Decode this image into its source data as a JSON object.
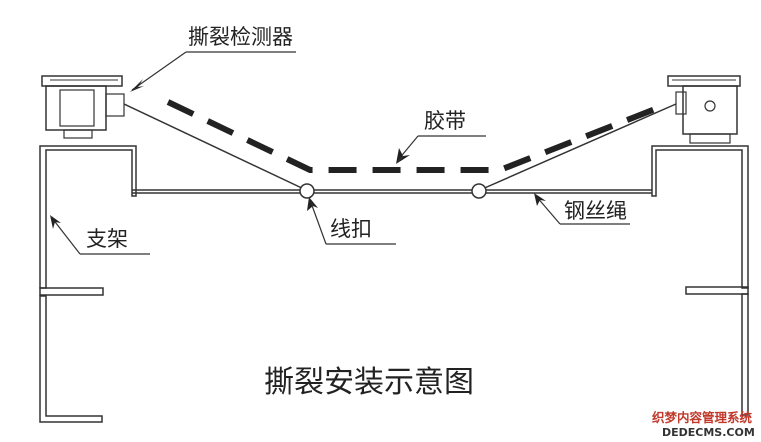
{
  "labels": {
    "detector": "撕裂检测器",
    "belt": "胶带",
    "bracket": "支架",
    "clip": "线扣",
    "wire_rope": "钢丝绳",
    "title": "撕裂安装示意图"
  },
  "watermark": {
    "line1": "织梦内容管理系统",
    "line2": "DEDECMS.COM"
  },
  "colors": {
    "line": "#333333",
    "text": "#222222",
    "watermark_red": "#c0392b"
  }
}
